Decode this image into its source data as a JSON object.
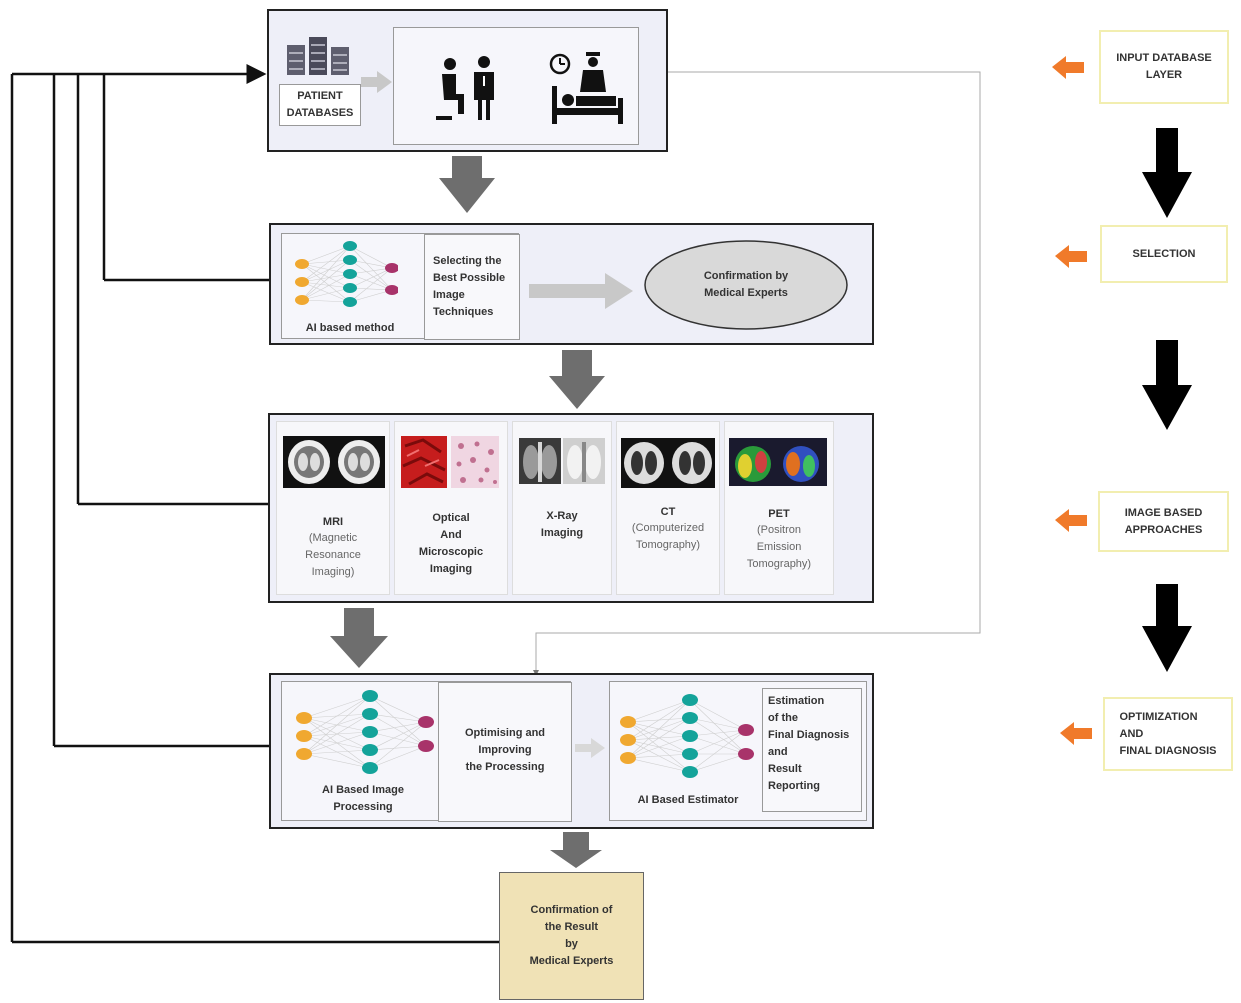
{
  "stage1": {
    "patient_databases": "PATIENT\nDATABASES"
  },
  "stage2": {
    "ai_method": "AI based method",
    "selecting": "Selecting the\nBest Possible\nImage\nTechniques",
    "confirmation": "Confirmation by\nMedical Experts"
  },
  "stage3": {
    "modalities": [
      {
        "title": "MRI",
        "sub": "(Magnetic\nResonance\nImaging)"
      },
      {
        "title": "Optical\nAnd\nMicroscopic\nImaging",
        "sub": ""
      },
      {
        "title": "X-Ray\nImaging",
        "sub": ""
      },
      {
        "title": "CT",
        "sub": "(Computerized\nTomography)"
      },
      {
        "title": "PET",
        "sub": "(Positron\nEmission\nTomography)"
      }
    ]
  },
  "stage4": {
    "ai_image_processing": "AI Based Image\nProcessing",
    "optimising": "Optimising and\nImproving\nthe Processing",
    "ai_estimator": "AI Based Estimator",
    "estimation": "Estimation\nof the\nFinal Diagnosis\nand\nResult\nReporting"
  },
  "final": {
    "confirmation": "Confirmation of\nthe Result\nby\nMedical Experts"
  },
  "side_labels": {
    "input": "INPUT DATABASE\nLAYER",
    "selection": "SELECTION",
    "image": "IMAGE BASED\nAPPROACHES",
    "optimization": "OPTIMIZATION\nAND\nFINAL DIAGNOSIS"
  },
  "colors": {
    "stage_bg": "#eeeff8",
    "arrow_gray": "#6e6e6e",
    "side_arrow_orange": "#f07a2a",
    "final_box": "#f0e2b6",
    "node_orange": "#f0a830",
    "node_teal": "#14a39a",
    "node_purple": "#a8336a"
  }
}
